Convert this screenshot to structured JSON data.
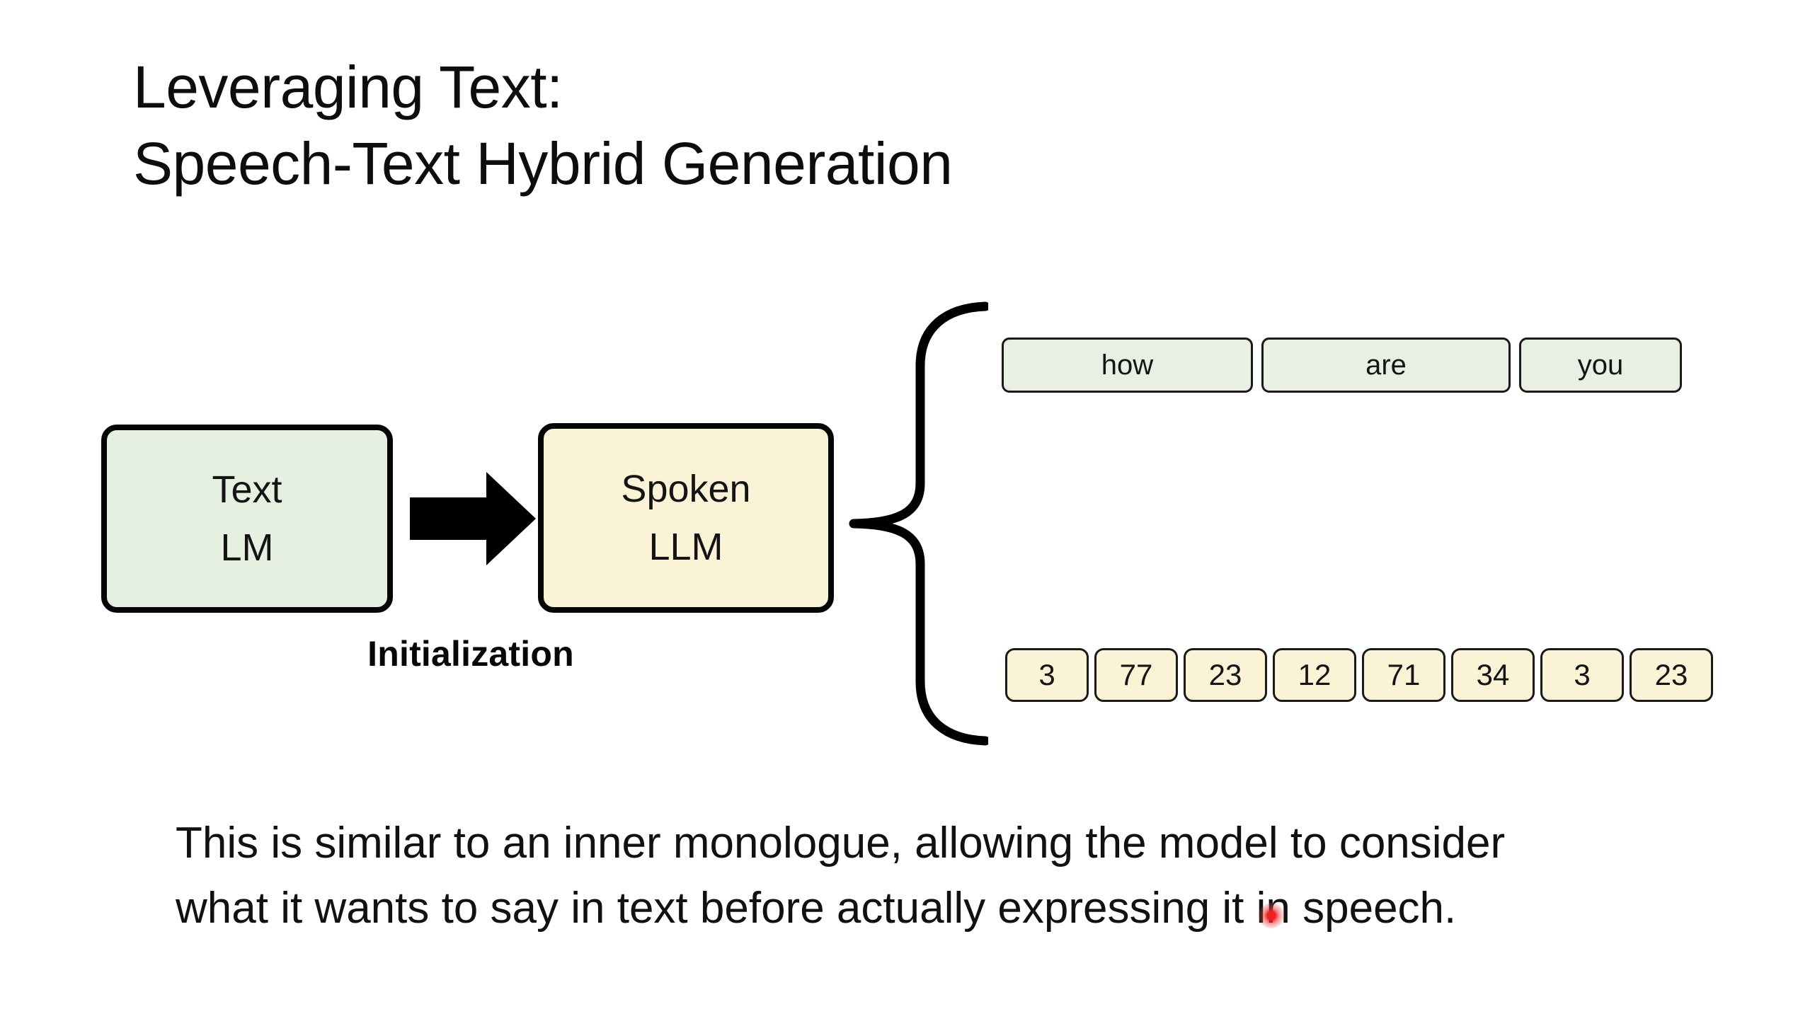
{
  "slide": {
    "background_color": "#ffffff",
    "title": {
      "line1": "Leveraging Text:",
      "line2": "Speech-Text Hybrid Generation"
    },
    "diagram": {
      "source_box": {
        "line1": "Text",
        "line2": "LM",
        "fill_color": "#E6F0E1",
        "border_color": "#050505"
      },
      "target_box": {
        "line1": "Spoken",
        "line2": "LLM",
        "fill_color": "#FBF3D5",
        "border_color": "#050505"
      },
      "arrow_label": "Initialization",
      "arrow_color": "#000000",
      "brace_color": "#000000",
      "text_tokens": [
        {
          "label": "how"
        },
        {
          "label": "are"
        },
        {
          "label": "you"
        }
      ],
      "text_token_fill": "#E7F0E2",
      "unit_tokens": [
        {
          "label": "3"
        },
        {
          "label": "77"
        },
        {
          "label": "23"
        },
        {
          "label": "12"
        },
        {
          "label": "71"
        },
        {
          "label": "34"
        },
        {
          "label": "3"
        },
        {
          "label": "23"
        }
      ],
      "unit_token_fill": "#FBF3D5"
    },
    "caption": {
      "line1": "This is similar to an inner monologue, allowing the model to consider",
      "line2": "what it wants to say in text before actually expressing it in speech."
    },
    "pointer": {
      "type": "laser-pointer-dot",
      "color": "#ef2020"
    }
  }
}
